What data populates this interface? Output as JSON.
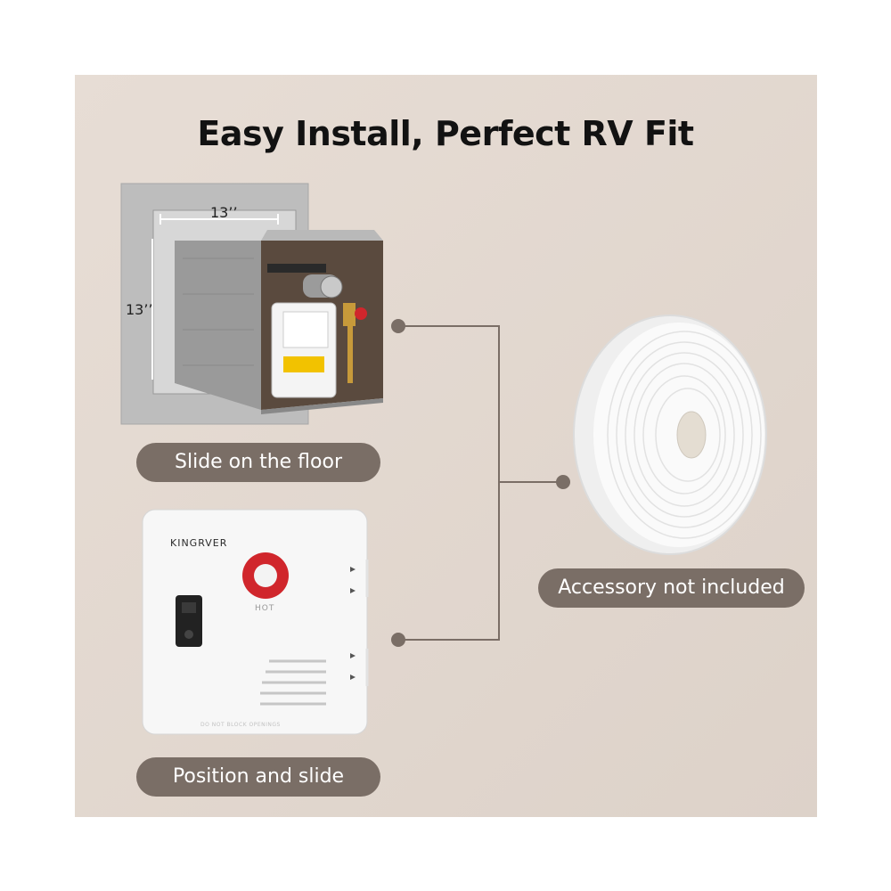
{
  "title": "Easy Install, Perfect RV Fit",
  "labels": {
    "slide_floor": "Slide on the floor",
    "accessory": "Accessory not included",
    "position_slide": "Position and slide"
  },
  "dimensions": {
    "width": "13’’",
    "height": "13’’"
  },
  "door": {
    "brand": "KINGRVER",
    "hot_label": "HOT",
    "warning": "DO NOT BLOCK OPENINGS"
  },
  "colors": {
    "panel_bg": "#e3d8cf",
    "pill_bg": "#7a6e66",
    "accent_red": "#d0262c"
  }
}
